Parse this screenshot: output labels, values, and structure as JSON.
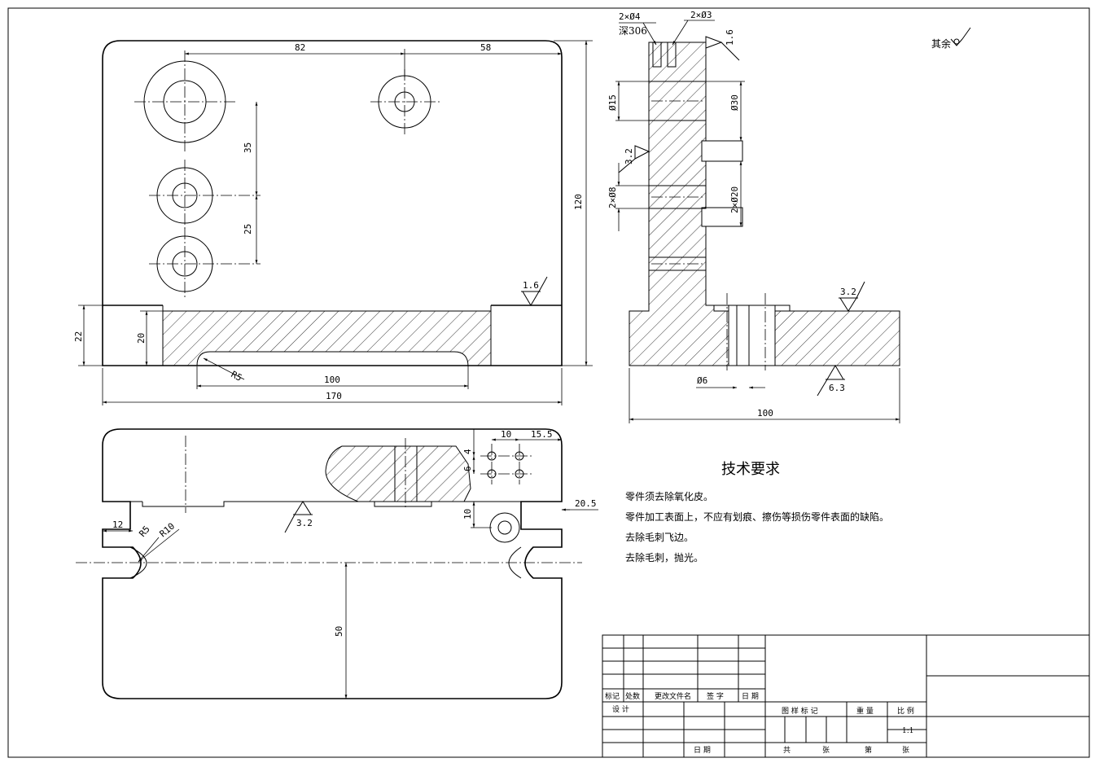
{
  "top_view": {
    "dims": {
      "d82": "82",
      "d58": "58",
      "d35": "35",
      "d25": "25",
      "d120": "120",
      "d22": "22",
      "d20": "20",
      "r5": "R5",
      "d100": "100",
      "d170": "170"
    },
    "surface": "1.6"
  },
  "side_view": {
    "dims": {
      "holes4": "2×Ø4",
      "depth": "深306",
      "holes3": "2×Ø3",
      "d15": "Ø15",
      "d30": "Ø30",
      "holes8": "2×Ø8",
      "holes20": "2×Ø20",
      "d6": "Ø6",
      "d100": "100"
    },
    "surfaces": {
      "top": "1.6",
      "left": "3.2",
      "right_top": "3.2",
      "bottom": "6.3"
    }
  },
  "bottom_view": {
    "dims": {
      "d10a": "10",
      "d155": "15.5",
      "d6": "6",
      "d4": "4",
      "d205": "20.5",
      "d10b": "10",
      "d12": "12",
      "r5": "R5",
      "r10": "R10",
      "d50": "50"
    },
    "surface": "3.2"
  },
  "rest_label": "其余",
  "tech": {
    "title": "技术要求",
    "lines": [
      "零件须去除氧化皮。",
      "零件加工表面上，不应有划痕、擦伤等损伤零件表面的缺陷。",
      "去除毛刺飞边。",
      "去除毛刺，抛光。"
    ]
  },
  "title_block": {
    "mark": "标记",
    "count": "处数",
    "doc": "更改文件名",
    "sign": "签 字",
    "date": "日 期",
    "design": "设 计",
    "date2": "日 期",
    "stage": "图 样 标 记",
    "weight": "重 量",
    "scale_label": "比 例",
    "scale": "1:1",
    "total": "共",
    "sheets": "张",
    "page": "第",
    "sheets2": "张"
  }
}
